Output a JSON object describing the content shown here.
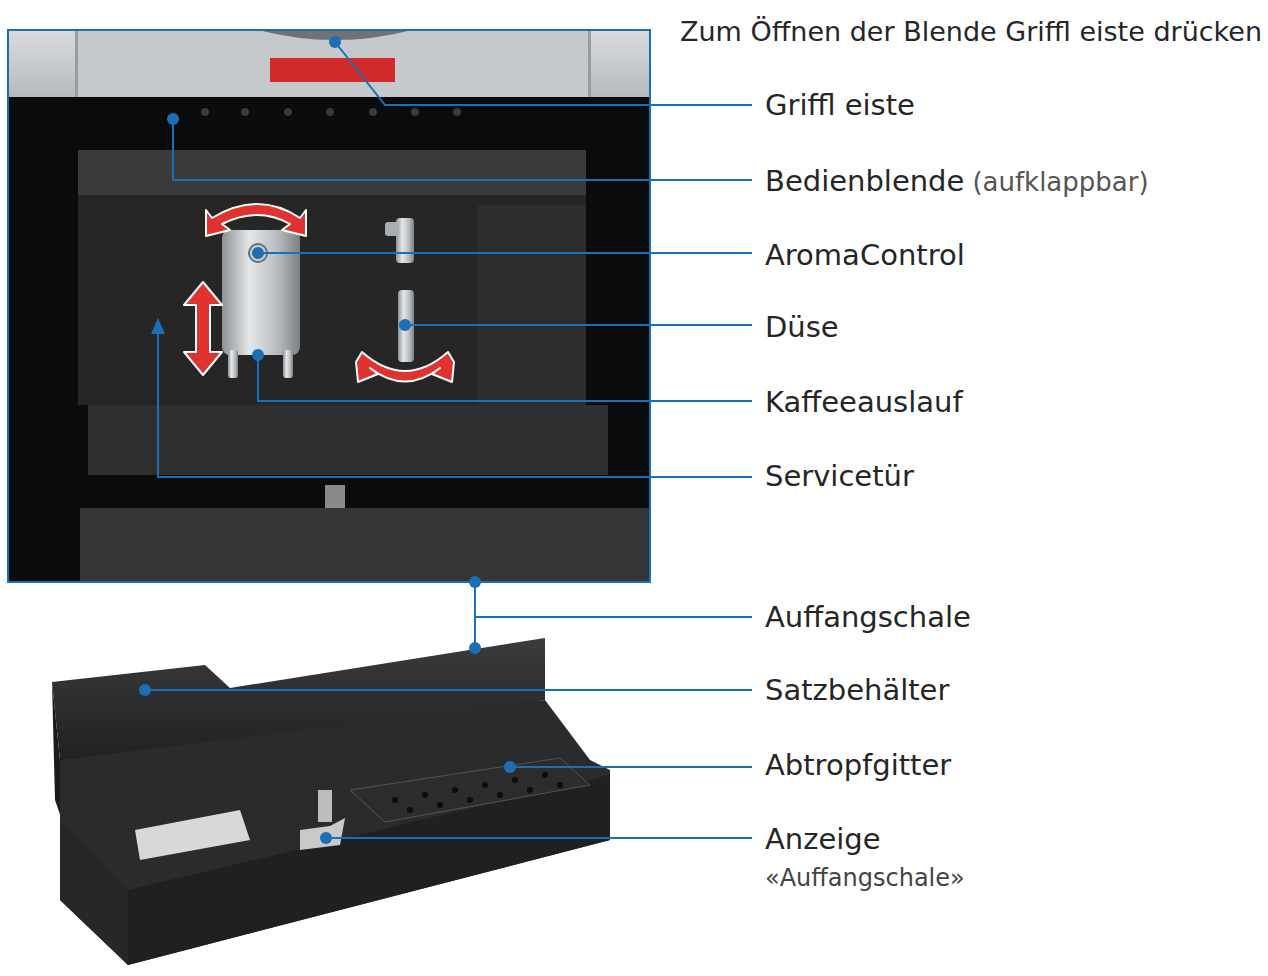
{
  "diagram": {
    "labels": [
      "Zum Öffnen der Blende Griffl eiste drücken",
      "Griffl eiste",
      "Bedienblende",
      "(aufklappbar)",
      "AromaControl",
      "Düse",
      "Kaffeeauslauf",
      "Servicetür",
      "Auffangschale",
      "Satzbehälter",
      "Abtropfgitter",
      "Anzeige",
      "«Auffangschale»"
    ]
  }
}
